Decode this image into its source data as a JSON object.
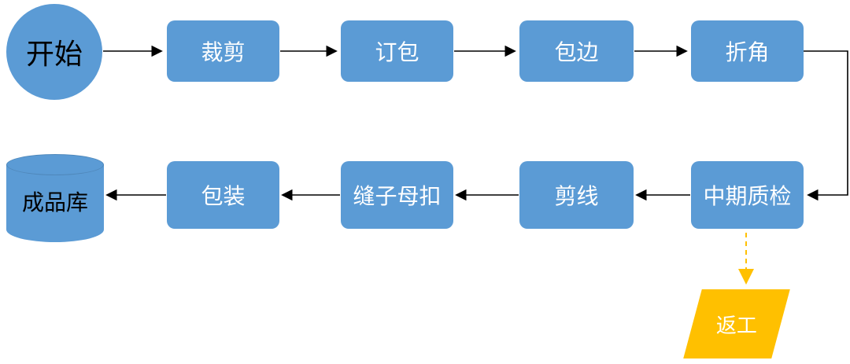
{
  "diagram": {
    "type": "flowchart",
    "colors": {
      "node_blue": "#5B9BD5",
      "rework_orange": "#FFC000",
      "arrow_black": "#000000",
      "dashed_arrow_orange": "#FFC000",
      "background": "#FFFFFF"
    },
    "nodes": {
      "start": {
        "label": "开始",
        "shape": "circle"
      },
      "cutting": {
        "label": "裁剪",
        "shape": "rounded-rect"
      },
      "stitching": {
        "label": "订包",
        "shape": "rounded-rect"
      },
      "hemming": {
        "label": "包边",
        "shape": "rounded-rect"
      },
      "folding": {
        "label": "折角",
        "shape": "rounded-rect"
      },
      "qc": {
        "label": "中期质检",
        "shape": "rounded-rect"
      },
      "trim": {
        "label": "剪线",
        "shape": "rounded-rect"
      },
      "snap": {
        "label": "缝子母扣",
        "shape": "rounded-rect"
      },
      "packing": {
        "label": "包装",
        "shape": "rounded-rect"
      },
      "warehouse": {
        "label": "成品库",
        "shape": "cylinder"
      },
      "rework": {
        "label": "返工",
        "shape": "parallelogram"
      }
    },
    "edges": [
      {
        "from": "start",
        "to": "cutting",
        "style": "solid-black"
      },
      {
        "from": "cutting",
        "to": "stitching",
        "style": "solid-black"
      },
      {
        "from": "stitching",
        "to": "hemming",
        "style": "solid-black"
      },
      {
        "from": "hemming",
        "to": "folding",
        "style": "solid-black"
      },
      {
        "from": "folding",
        "to": "qc",
        "style": "solid-black-elbow"
      },
      {
        "from": "qc",
        "to": "trim",
        "style": "solid-black"
      },
      {
        "from": "trim",
        "to": "snap",
        "style": "solid-black"
      },
      {
        "from": "snap",
        "to": "packing",
        "style": "solid-black"
      },
      {
        "from": "packing",
        "to": "warehouse",
        "style": "solid-black"
      },
      {
        "from": "qc",
        "to": "rework",
        "style": "dashed-orange"
      }
    ]
  }
}
